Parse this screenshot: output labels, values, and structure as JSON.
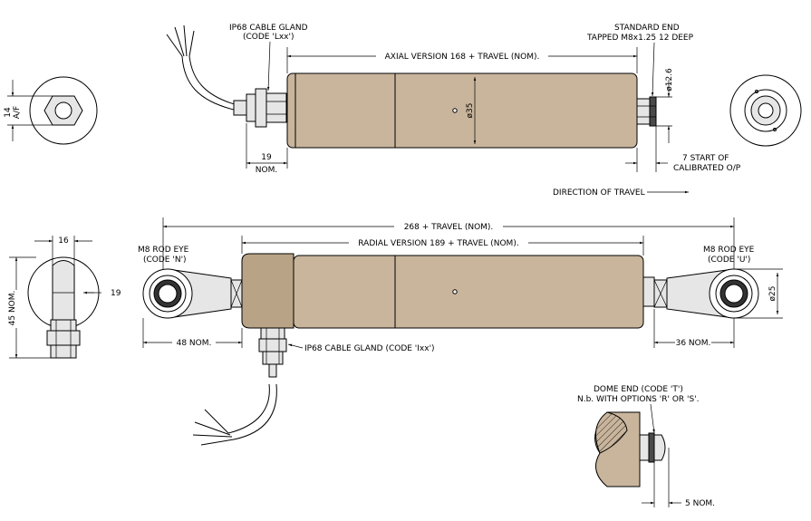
{
  "labels": {
    "ip68_axial_1": "IP68 CABLE GLAND",
    "ip68_axial_2": "(CODE 'Lxx')",
    "standard_end_1": "STANDARD END",
    "standard_end_2": "TAPPED M8x1.25 12 DEEP",
    "axial_version": "AXIAL VERSION 168 + TRAVEL (NOM).",
    "dia_12_6": "ø12.6",
    "dia_35": "ø35",
    "af_14": "14",
    "af_label": "A/F",
    "dim_19_axial": "19",
    "nom_axial": "NOM.",
    "start_cal_1": "7  START OF",
    "start_cal_2": "CALIBRATED O/P",
    "direction": "DIRECTION OF TRAVEL",
    "overall_268": "268 + TRAVEL (NOM).",
    "radial_version": "RADIAL VERSION 189 + TRAVEL (NOM).",
    "m8_left_1": "M8 ROD EYE",
    "m8_left_2": "(CODE 'N')",
    "m8_right_1": "M8 ROD EYE",
    "m8_right_2": "(CODE 'U')",
    "dim_16": "16",
    "dim_19_end": "19",
    "dim_45": "45  NOM.",
    "dia_25": "ø25",
    "dim_48": "48  NOM.",
    "dim_36": "36  NOM.",
    "ip68_radial": "IP68 CABLE GLAND (CODE 'Ixx')",
    "dome_1": "DOME END (CODE 'T')",
    "dome_2": "N.b. WITH OPTIONS 'R' OR 'S'.",
    "dim_5": "5  NOM."
  }
}
